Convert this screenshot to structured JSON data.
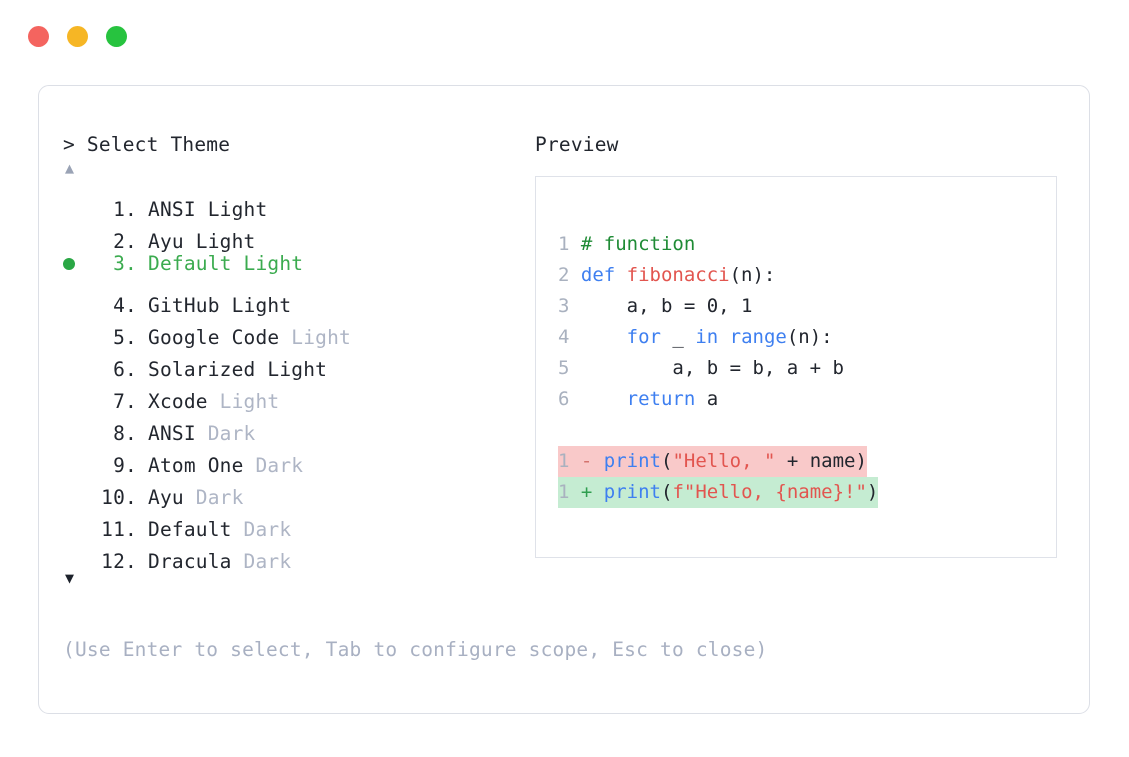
{
  "titlebar": {
    "close_label": "close",
    "minimize_label": "minimize",
    "maximize_label": "maximize",
    "colors": {
      "close": "#f4645f",
      "minimize": "#f6b625",
      "maximize": "#27c33f"
    }
  },
  "prompt": {
    "heading": "> Select Theme",
    "scroll_up": "▲",
    "scroll_down": "▼"
  },
  "preview": {
    "heading": "Preview"
  },
  "hint": {
    "text": "(Use Enter to select, Tab to configure scope, Esc to close)"
  },
  "theme_list": {
    "selected_index": 3,
    "selected_color": "#3bab4f",
    "dim_color": "#aeb5c5",
    "items": [
      {
        "index": "1.",
        "match": "ANSI Light",
        "suffix": "",
        "selected": false
      },
      {
        "index": "2.",
        "match": "Ayu Light",
        "suffix": "",
        "selected": false
      },
      {
        "index": "3.",
        "match": "Default Light",
        "suffix": "",
        "selected": true
      },
      {
        "index": "4.",
        "match": "GitHub Light",
        "suffix": "",
        "selected": false
      },
      {
        "index": "5.",
        "match": "Google Code ",
        "suffix": "Light",
        "selected": false
      },
      {
        "index": "6.",
        "match": "Solarized Light",
        "suffix": "",
        "selected": false
      },
      {
        "index": "7.",
        "match": "Xcode ",
        "suffix": "Light",
        "selected": false
      },
      {
        "index": "8.",
        "match": "ANSI ",
        "suffix": "Dark",
        "selected": false
      },
      {
        "index": "9.",
        "match": "Atom One ",
        "suffix": "Dark",
        "selected": false
      },
      {
        "index": "10.",
        "match": "Ayu ",
        "suffix": "Dark",
        "selected": false
      },
      {
        "index": "11.",
        "match": "Default ",
        "suffix": "Dark",
        "selected": false
      },
      {
        "index": "12.",
        "match": "Dracula ",
        "suffix": "Dark",
        "selected": false
      }
    ]
  },
  "code_preview": {
    "lines": [
      {
        "num": "1",
        "tokens": [
          {
            "t": "# function",
            "c": "comment"
          }
        ]
      },
      {
        "num": "2",
        "tokens": [
          {
            "t": "def ",
            "c": "kw"
          },
          {
            "t": "fibonacci",
            "c": "fn"
          },
          {
            "t": "(n):",
            "c": "plain"
          }
        ]
      },
      {
        "num": "3",
        "tokens": [
          {
            "t": "    a, b = 0, 1",
            "c": "plain"
          }
        ]
      },
      {
        "num": "4",
        "tokens": [
          {
            "t": "    ",
            "c": "plain"
          },
          {
            "t": "for",
            "c": "kw"
          },
          {
            "t": " _ ",
            "c": "plain"
          },
          {
            "t": "in ",
            "c": "kw"
          },
          {
            "t": "range",
            "c": "builtin"
          },
          {
            "t": "(n):",
            "c": "plain"
          }
        ]
      },
      {
        "num": "5",
        "tokens": [
          {
            "t": "        a, b = b, a + b",
            "c": "plain"
          }
        ]
      },
      {
        "num": "6",
        "tokens": [
          {
            "t": "    ",
            "c": "plain"
          },
          {
            "t": "return",
            "c": "kw"
          },
          {
            "t": " a",
            "c": "plain"
          }
        ]
      }
    ],
    "diff": [
      {
        "num": "1",
        "marker": "-",
        "kind": "del",
        "tokens": [
          {
            "t": "print",
            "c": "builtin"
          },
          {
            "t": "(",
            "c": "plain"
          },
          {
            "t": "\"Hello, \"",
            "c": "str"
          },
          {
            "t": " + name)",
            "c": "plain"
          }
        ]
      },
      {
        "num": "1",
        "marker": "+",
        "kind": "add",
        "tokens": [
          {
            "t": "print",
            "c": "builtin"
          },
          {
            "t": "(",
            "c": "plain"
          },
          {
            "t": "f\"Hello, {name}!\"",
            "c": "str"
          },
          {
            "t": ")",
            "c": "plain"
          }
        ]
      }
    ],
    "colors": {
      "comment": "#1f8b35",
      "keyword": "#3e7ff0",
      "function": "#e2554f",
      "string": "#e2554f",
      "plain": "#22262e",
      "line_number": "#a9b1bf",
      "diff_del_bg": "#f9c9c9",
      "diff_add_bg": "#c5ecd2"
    }
  }
}
